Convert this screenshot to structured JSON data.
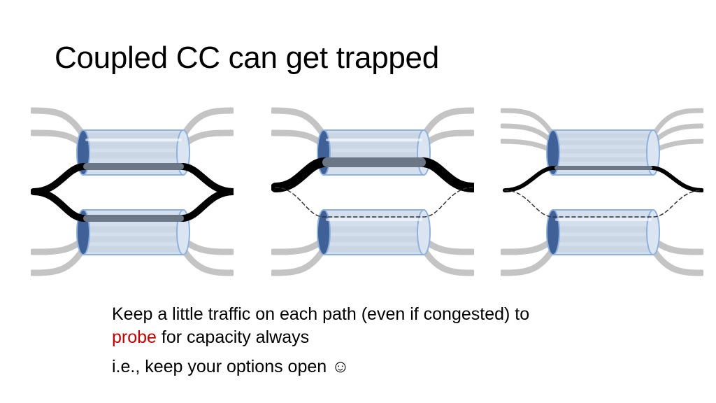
{
  "slide": {
    "title": "Coupled CC can get trapped"
  },
  "caption": {
    "line1": "Keep a little traffic on each path (even if congested) to",
    "highlight_word": "probe",
    "line2_rest": " for capacity always",
    "line3_text": "i.e., keep your options open ",
    "line3_emoji": "☺"
  },
  "colors": {
    "tube_fill": "#cdd9ea",
    "tube_stroke": "#8fb1de",
    "tube_end_dark": "#3f6197",
    "grey_flow": "#c4c4c4",
    "black_flow": "#000000",
    "highlight": "#c00000"
  }
}
